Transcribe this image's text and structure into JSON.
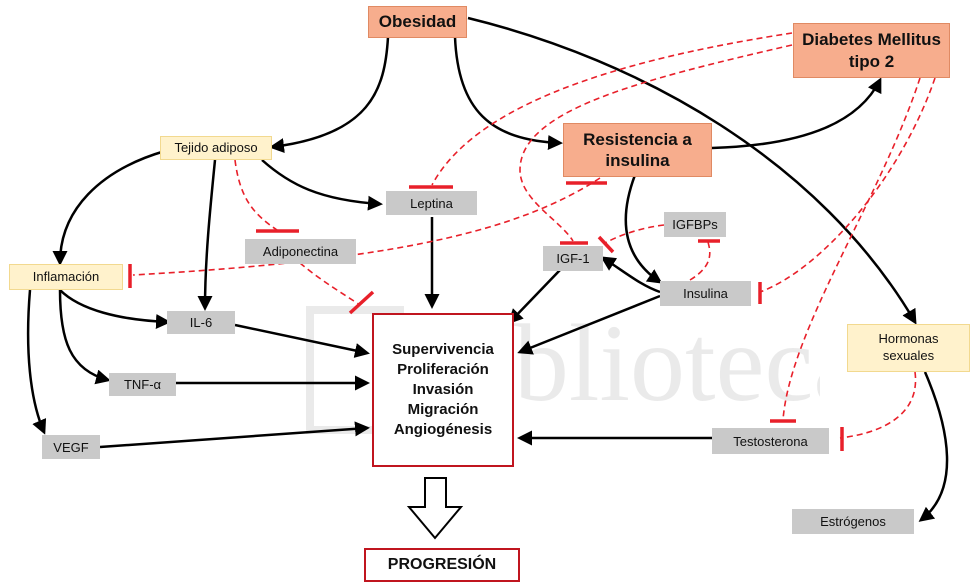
{
  "nodes": {
    "obesidad": "Obesidad",
    "diabetes": "Diabetes Mellitus\ntipo 2",
    "resistencia": "Resistencia a\ninsulina",
    "tejido_adiposo": "Tejido adiposo",
    "inflamacion": "Inflamación",
    "hormonas_sexuales": "Hormonas\nsexuales",
    "leptina": "Leptina",
    "adiponectina": "Adiponectina",
    "igfbps": "IGFBPs",
    "igf1": "IGF-1",
    "insulina": "Insulina",
    "il6": "IL-6",
    "tnf": "TNF-α",
    "vegf": "VEGF",
    "testosterona": "Testosterona",
    "estrogenos": "Estrógenos"
  },
  "outcomes": [
    "Supervivencia",
    "Proliferación",
    "Invasión",
    "Migración",
    "Angiogénesis"
  ],
  "progresion": "PROGRESIÓN",
  "colors": {
    "activation": "#000000",
    "inhibition": "#e8202a",
    "orange_fill": "#f7ad8d",
    "yellow_fill": "#fff2cc",
    "gray_fill": "#c9c9c9",
    "outcome_border": "#c0151f"
  }
}
